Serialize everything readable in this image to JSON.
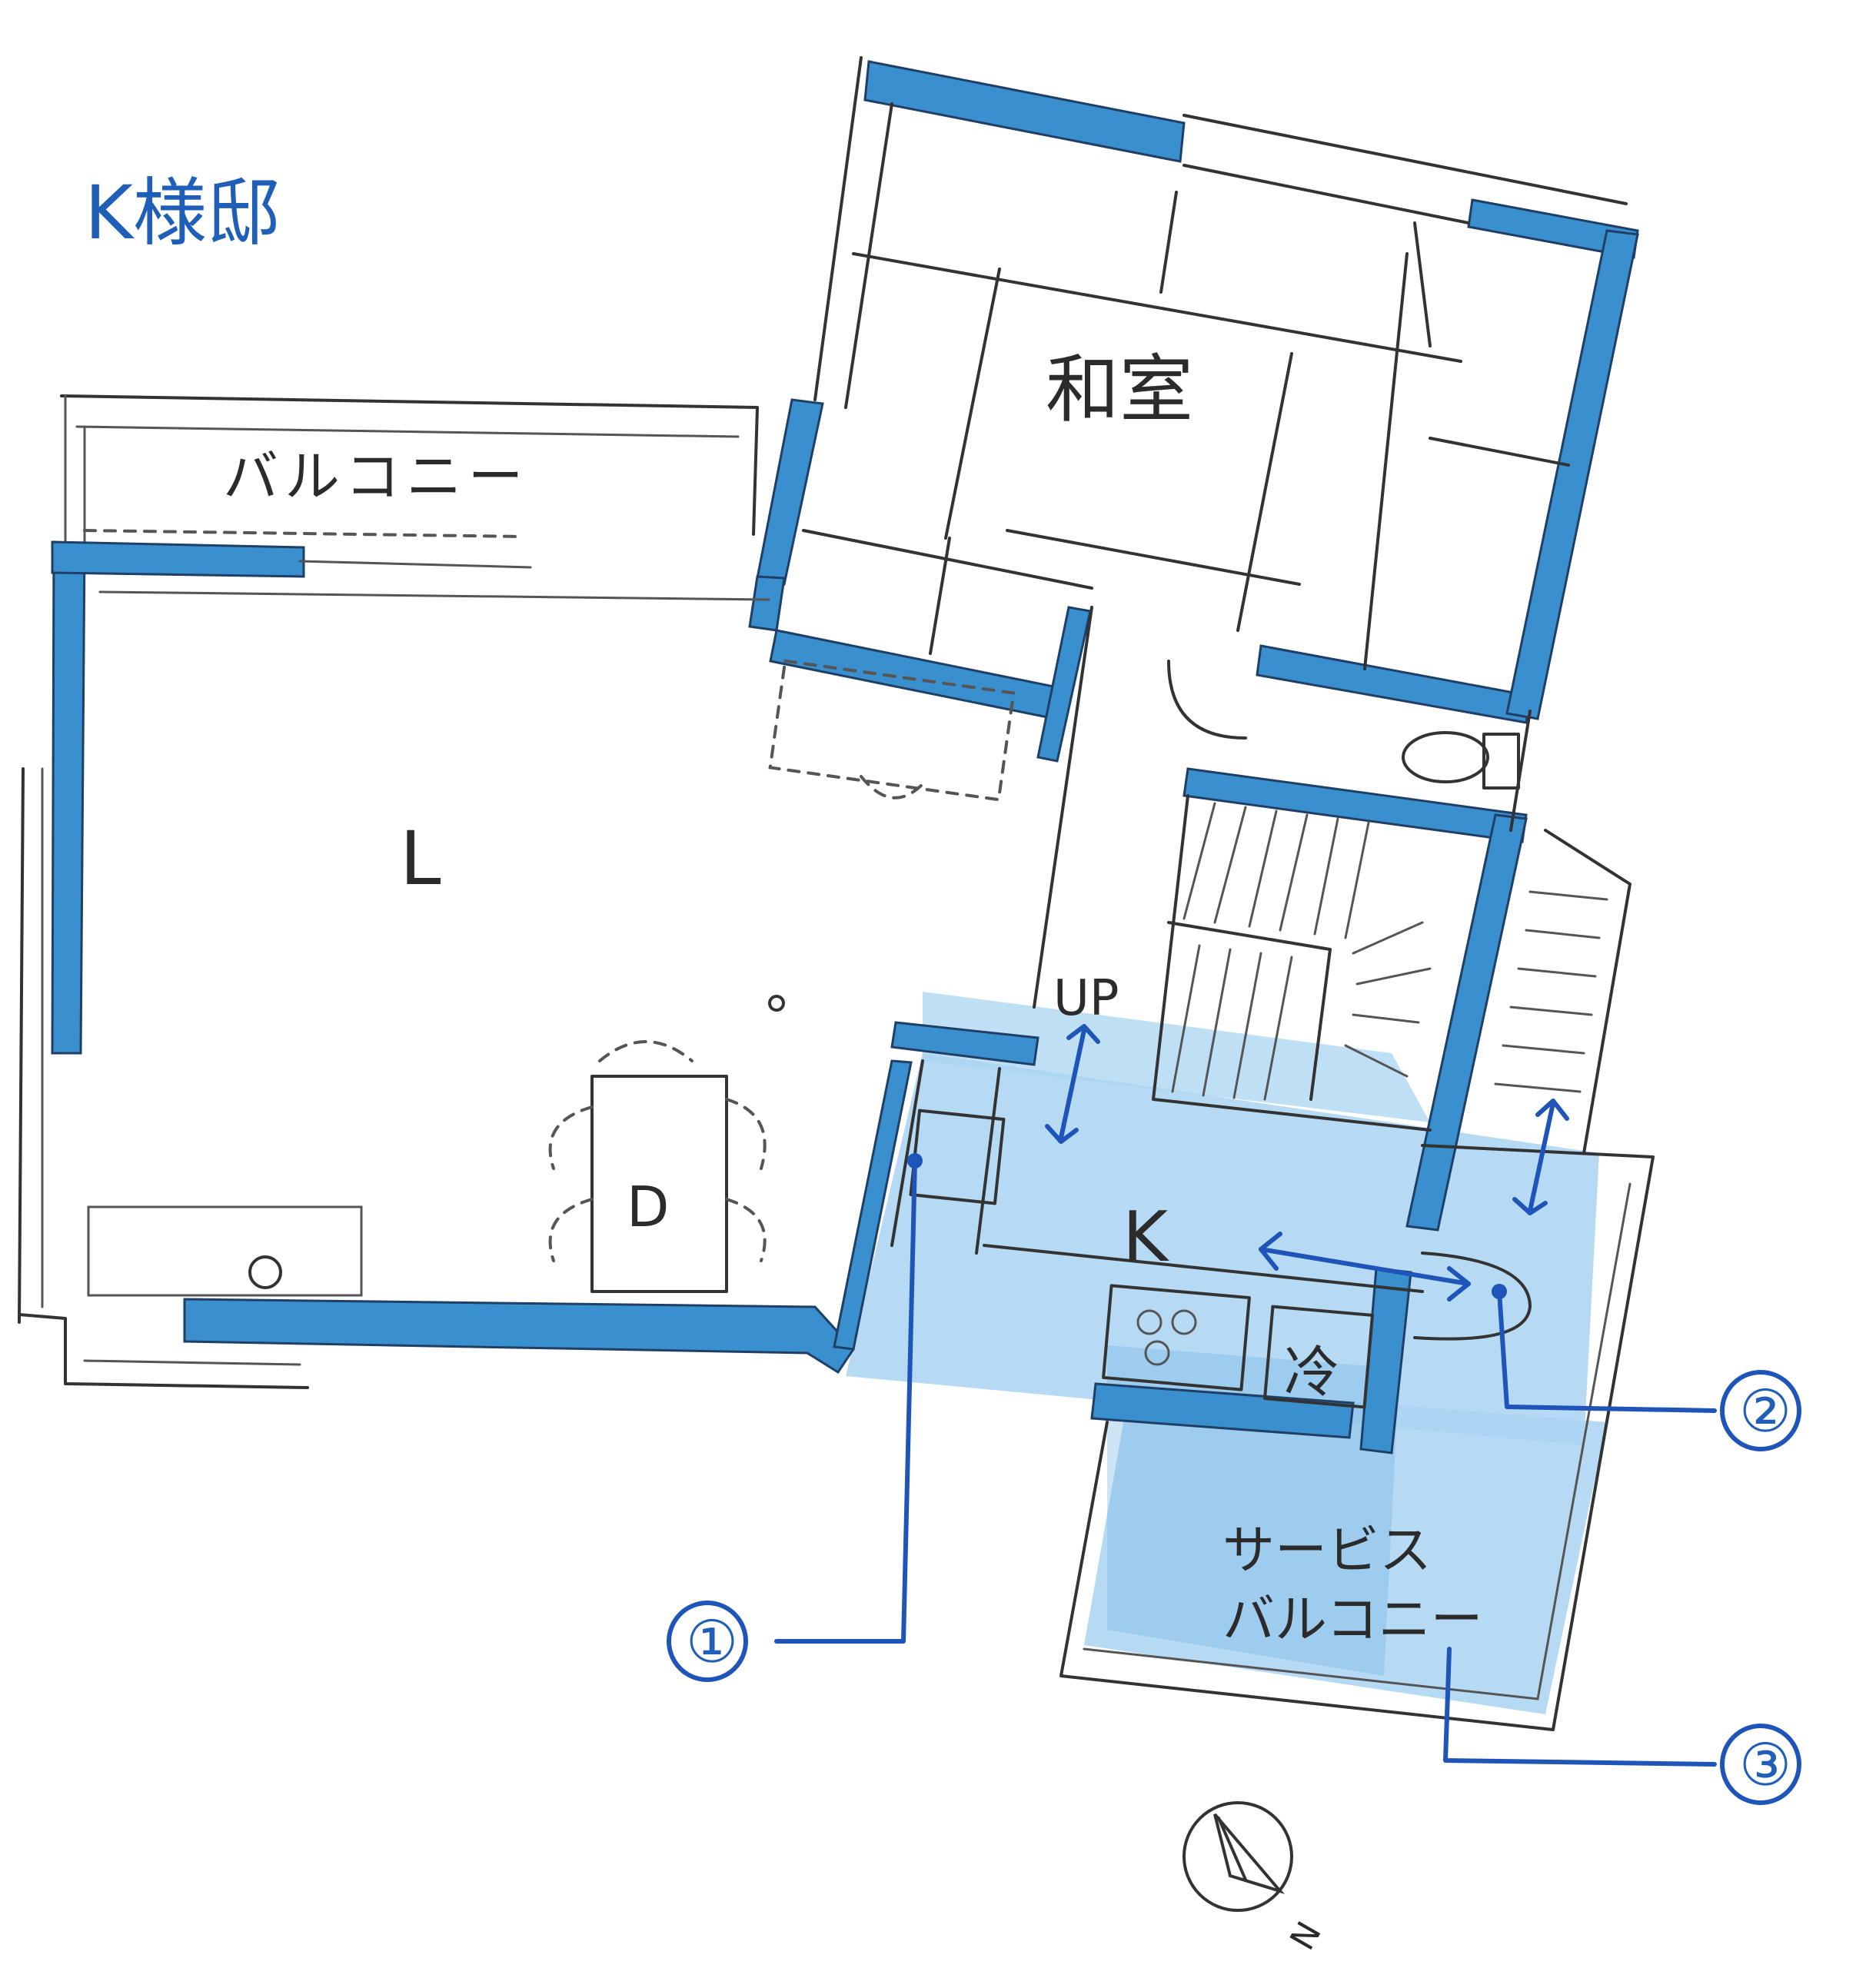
{
  "title": "K様邸",
  "rooms": {
    "washitsu": "和室",
    "balcony": "バルコニー",
    "living": "L",
    "dining": "D",
    "kitchen": "K",
    "fridge": "冷",
    "stairs_up": "UP",
    "service_balcony_line1": "サービス",
    "service_balcony_line2": "バルコニー"
  },
  "callouts": [
    "①",
    "②",
    "③"
  ],
  "north_mark": "N",
  "colors": {
    "wall_blue": "#3a8fcf",
    "highlight_blue": "#a9d4f2",
    "ink_blue": "#1f55b8",
    "pencil": "#333333"
  }
}
